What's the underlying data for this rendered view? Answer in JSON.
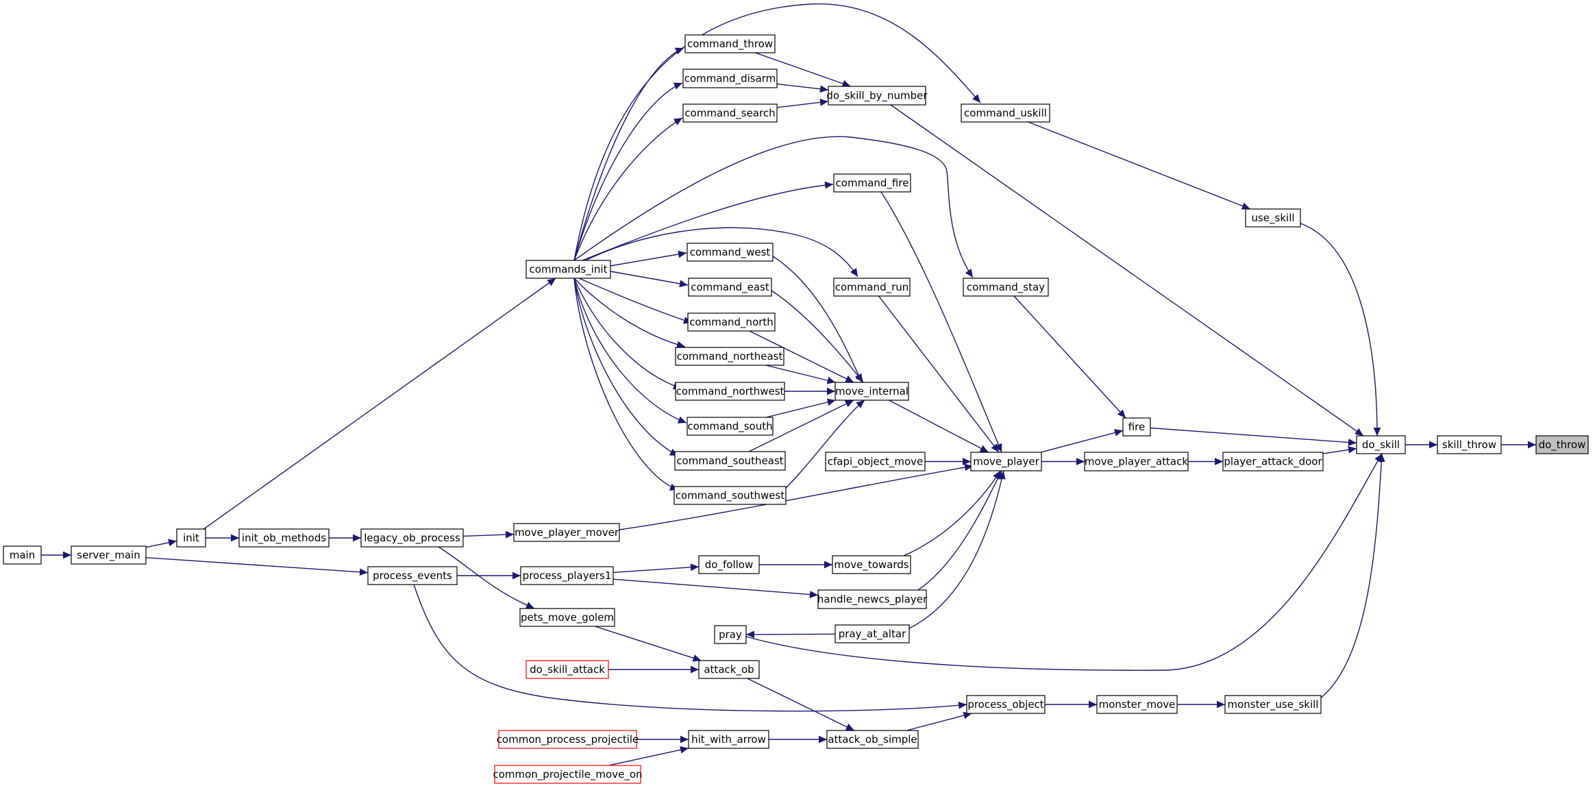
{
  "colors": {
    "edge": "#191970",
    "node_border": "#000000",
    "external_border": "#ff0000",
    "focus_fill": "#bfbfbf",
    "node_fill": "#ffffff",
    "text": "#000000"
  },
  "nodes": [
    {
      "id": "do_throw",
      "label": "do_throw",
      "kind": "focus"
    },
    {
      "id": "skill_throw",
      "label": "skill_throw"
    },
    {
      "id": "do_skill",
      "label": "do_skill"
    },
    {
      "id": "do_skill_by_number",
      "label": "do_skill_by_number"
    },
    {
      "id": "fire",
      "label": "fire"
    },
    {
      "id": "player_attack_door",
      "label": "player_attack_door"
    },
    {
      "id": "use_skill",
      "label": "use_skill"
    },
    {
      "id": "monster_use_skill",
      "label": "monster_use_skill"
    },
    {
      "id": "command_throw",
      "label": "command_throw"
    },
    {
      "id": "command_disarm",
      "label": "command_disarm"
    },
    {
      "id": "command_search",
      "label": "command_search"
    },
    {
      "id": "commands_init",
      "label": "commands_init"
    },
    {
      "id": "init",
      "label": "init"
    },
    {
      "id": "server_main",
      "label": "server_main"
    },
    {
      "id": "main",
      "label": "main"
    },
    {
      "id": "command_uskill",
      "label": "command_uskill"
    },
    {
      "id": "command_fire",
      "label": "command_fire"
    },
    {
      "id": "command_stay",
      "label": "command_stay"
    },
    {
      "id": "move_player",
      "label": "move_player"
    },
    {
      "id": "move_player_attack",
      "label": "move_player_attack"
    },
    {
      "id": "cfapi_object_move",
      "label": "cfapi_object_move"
    },
    {
      "id": "command_run",
      "label": "command_run"
    },
    {
      "id": "move_internal",
      "label": "move_internal"
    },
    {
      "id": "command_west",
      "label": "command_west"
    },
    {
      "id": "command_east",
      "label": "command_east"
    },
    {
      "id": "command_north",
      "label": "command_north"
    },
    {
      "id": "command_northeast",
      "label": "command_northeast"
    },
    {
      "id": "command_northwest",
      "label": "command_northwest"
    },
    {
      "id": "command_south",
      "label": "command_south"
    },
    {
      "id": "command_southeast",
      "label": "command_southeast"
    },
    {
      "id": "command_southwest",
      "label": "command_southwest"
    },
    {
      "id": "move_player_mover",
      "label": "move_player_mover"
    },
    {
      "id": "legacy_ob_process",
      "label": "legacy_ob_process"
    },
    {
      "id": "init_ob_methods",
      "label": "init_ob_methods"
    },
    {
      "id": "move_towards",
      "label": "move_towards"
    },
    {
      "id": "do_follow",
      "label": "do_follow"
    },
    {
      "id": "process_players1",
      "label": "process_players1"
    },
    {
      "id": "process_events",
      "label": "process_events"
    },
    {
      "id": "handle_newcs_player",
      "label": "handle_newcs_player"
    },
    {
      "id": "pray_at_altar",
      "label": "pray_at_altar"
    },
    {
      "id": "pray",
      "label": "pray"
    },
    {
      "id": "pets_move_golem",
      "label": "pets_move_golem"
    },
    {
      "id": "attack_ob",
      "label": "attack_ob"
    },
    {
      "id": "do_skill_attack",
      "label": "do_skill_attack",
      "kind": "external"
    },
    {
      "id": "attack_ob_simple",
      "label": "attack_ob_simple"
    },
    {
      "id": "process_object",
      "label": "process_object"
    },
    {
      "id": "monster_move",
      "label": "monster_move"
    },
    {
      "id": "hit_with_arrow",
      "label": "hit_with_arrow"
    },
    {
      "id": "common_process_projectile",
      "label": "common_process_projectile",
      "kind": "external"
    },
    {
      "id": "common_projectile_move_on",
      "label": "common_projectile_move_on",
      "kind": "external"
    }
  ],
  "edges": [
    [
      "skill_throw",
      "do_throw"
    ],
    [
      "do_skill",
      "skill_throw"
    ],
    [
      "do_skill_by_number",
      "do_skill"
    ],
    [
      "fire",
      "do_skill"
    ],
    [
      "player_attack_door",
      "do_skill"
    ],
    [
      "use_skill",
      "do_skill"
    ],
    [
      "pray",
      "do_skill"
    ],
    [
      "monster_use_skill",
      "do_skill"
    ],
    [
      "command_throw",
      "do_skill_by_number"
    ],
    [
      "command_disarm",
      "do_skill_by_number"
    ],
    [
      "command_search",
      "do_skill_by_number"
    ],
    [
      "commands_init",
      "command_throw"
    ],
    [
      "commands_init",
      "command_disarm"
    ],
    [
      "commands_init",
      "command_search"
    ],
    [
      "commands_init",
      "command_uskill"
    ],
    [
      "commands_init",
      "command_fire"
    ],
    [
      "commands_init",
      "command_stay"
    ],
    [
      "commands_init",
      "command_west"
    ],
    [
      "commands_init",
      "command_east"
    ],
    [
      "commands_init",
      "command_north"
    ],
    [
      "commands_init",
      "command_northeast"
    ],
    [
      "commands_init",
      "command_northwest"
    ],
    [
      "commands_init",
      "command_south"
    ],
    [
      "commands_init",
      "command_southeast"
    ],
    [
      "commands_init",
      "command_southwest"
    ],
    [
      "commands_init",
      "command_run"
    ],
    [
      "init",
      "commands_init"
    ],
    [
      "init",
      "init_ob_methods"
    ],
    [
      "server_main",
      "init"
    ],
    [
      "server_main",
      "process_events"
    ],
    [
      "main",
      "server_main"
    ],
    [
      "command_uskill",
      "use_skill"
    ],
    [
      "command_fire",
      "move_player"
    ],
    [
      "command_stay",
      "fire"
    ],
    [
      "move_player",
      "fire"
    ],
    [
      "move_player",
      "move_player_attack"
    ],
    [
      "move_player_attack",
      "player_attack_door"
    ],
    [
      "cfapi_object_move",
      "move_player"
    ],
    [
      "command_run",
      "move_player"
    ],
    [
      "move_internal",
      "move_player"
    ],
    [
      "command_west",
      "move_internal"
    ],
    [
      "command_east",
      "move_internal"
    ],
    [
      "command_north",
      "move_internal"
    ],
    [
      "command_northeast",
      "move_internal"
    ],
    [
      "command_northwest",
      "move_internal"
    ],
    [
      "command_south",
      "move_internal"
    ],
    [
      "command_southeast",
      "move_internal"
    ],
    [
      "command_southwest",
      "move_internal"
    ],
    [
      "move_player_mover",
      "move_player"
    ],
    [
      "legacy_ob_process",
      "move_player_mover"
    ],
    [
      "legacy_ob_process",
      "pets_move_golem"
    ],
    [
      "init_ob_methods",
      "legacy_ob_process"
    ],
    [
      "move_towards",
      "move_player"
    ],
    [
      "do_follow",
      "move_towards"
    ],
    [
      "process_players1",
      "do_follow"
    ],
    [
      "process_players1",
      "handle_newcs_player"
    ],
    [
      "process_events",
      "process_players1"
    ],
    [
      "process_events",
      "process_object"
    ],
    [
      "handle_newcs_player",
      "move_player"
    ],
    [
      "pray_at_altar",
      "move_player"
    ],
    [
      "pray_at_altar",
      "pray"
    ],
    [
      "pets_move_golem",
      "attack_ob"
    ],
    [
      "do_skill_attack",
      "attack_ob"
    ],
    [
      "attack_ob",
      "attack_ob_simple"
    ],
    [
      "attack_ob_simple",
      "process_object"
    ],
    [
      "process_object",
      "monster_move"
    ],
    [
      "monster_move",
      "monster_use_skill"
    ],
    [
      "hit_with_arrow",
      "attack_ob_simple"
    ],
    [
      "common_process_projectile",
      "hit_with_arrow"
    ],
    [
      "common_projectile_move_on",
      "hit_with_arrow"
    ]
  ]
}
